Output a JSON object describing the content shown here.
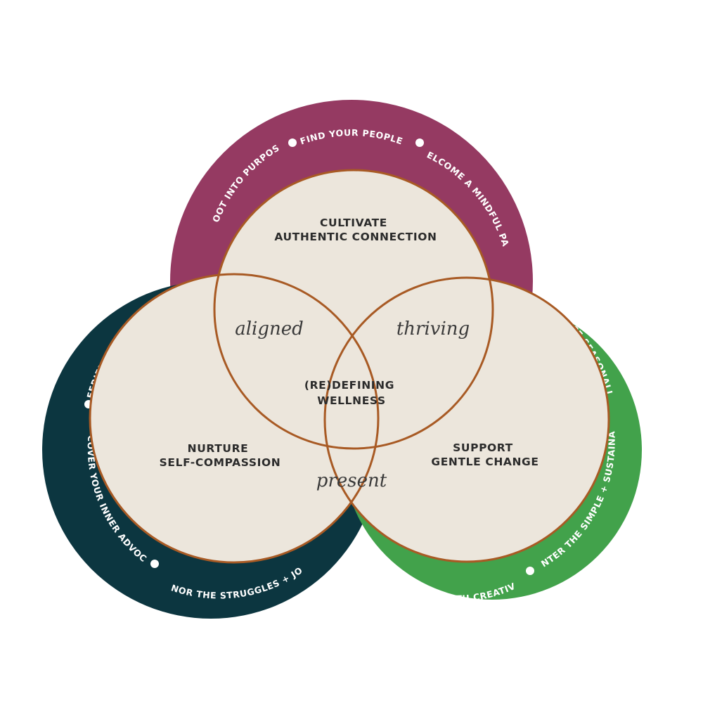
{
  "colors": {
    "top_ring": "#953a62",
    "left_ring": "#0c3640",
    "right_ring": "#42a24b",
    "inner_fill": "#ece6dc",
    "inner_stroke": "#a85a24",
    "ring_text": "#ffffff",
    "inner_text": "#2b2b2b"
  },
  "top": {
    "title_line1": "CULTIVATE",
    "title_line2": "AUTHENTIC CONNECTION",
    "ring_labels": [
      "ROOT INTO PURPOSE",
      "FIND YOUR PEOPLE",
      "WELCOME A MINDFUL PACE"
    ]
  },
  "left": {
    "title_line1": "NURTURE",
    "title_line2": "SELF-COMPASSION",
    "ring_labels": [
      "BEFRIEND YOUR BODY",
      "DISCOVER YOUR INNER ADVOCATE",
      "HONOR THE STRUGGLES + JOYS"
    ]
  },
  "right": {
    "title_line1": "SUPPORT",
    "title_line2": "GENTLE CHANGE",
    "ring_labels": [
      "EMBRACE SEASONALITY",
      "CENTER THE SIMPLE + SUSTAINABLE",
      "MEET CHALLENGE WITH CREATIVITY"
    ]
  },
  "center": {
    "line1": "(RE)DEFINING",
    "line2": "WELLNESS"
  },
  "overlaps": {
    "top_left": "aligned",
    "top_right": "thriving",
    "bottom": "present"
  }
}
